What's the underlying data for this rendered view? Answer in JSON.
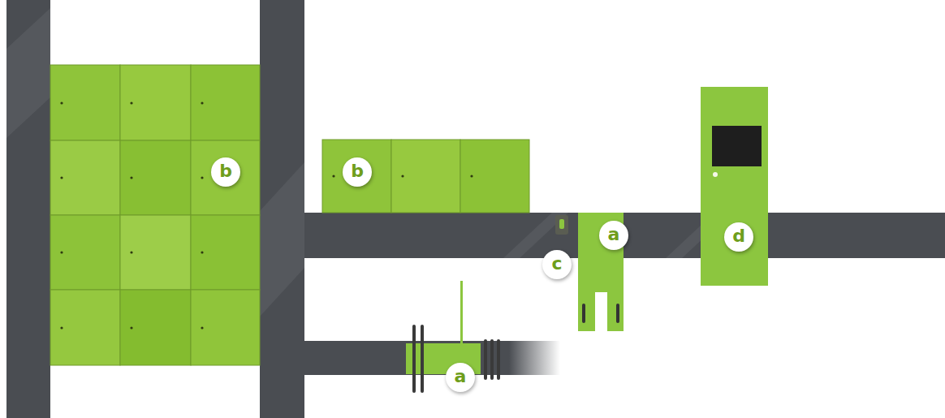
{
  "diagram": {
    "labels": [
      "b",
      "b",
      "a",
      "d",
      "c",
      "a"
    ]
  }
}
